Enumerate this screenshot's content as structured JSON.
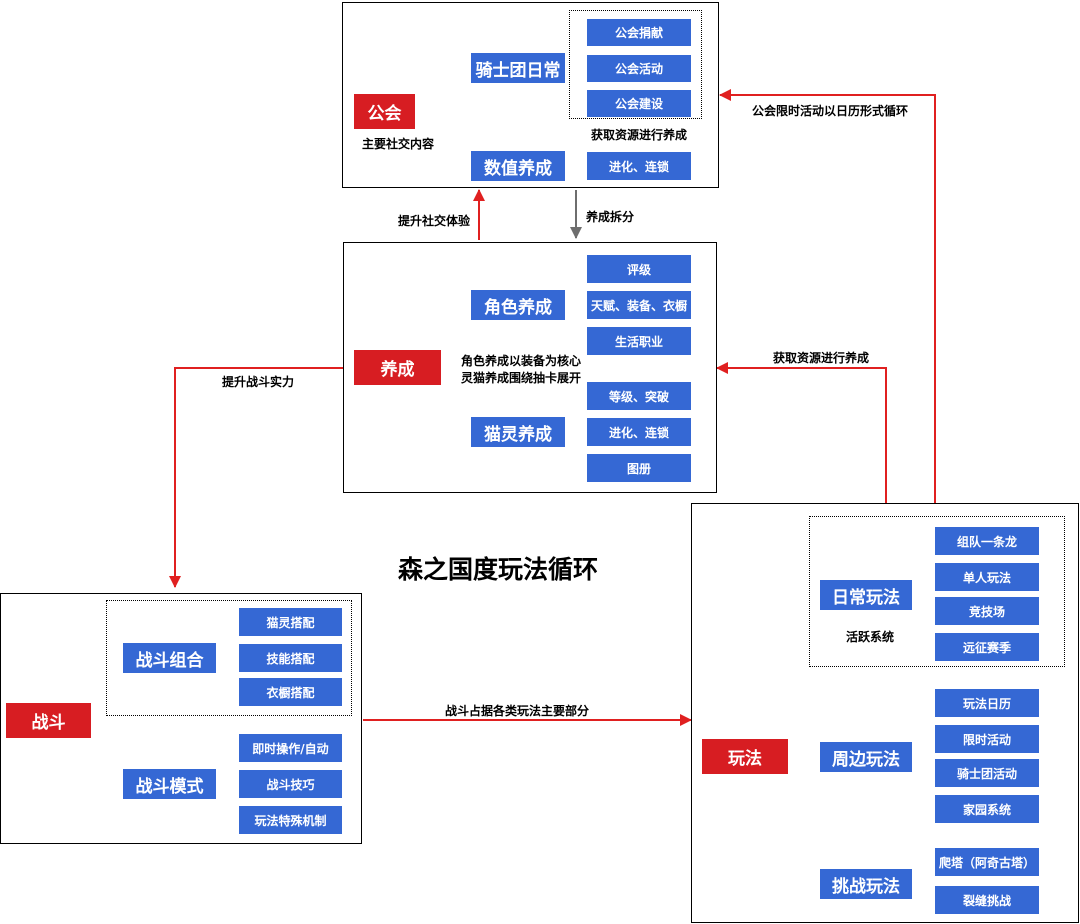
{
  "title": "森之国度玩法循环",
  "colors": {
    "red": "#d71d22",
    "blue": "#3568d4",
    "grey": "#8c8c8c",
    "arrow_red": "#e02020"
  },
  "guild": {
    "label": "公会",
    "subtitle": "主要社交内容",
    "knight_daily": {
      "label": "骑士团日常",
      "items": [
        "公会捐献",
        "公会活动",
        "公会建设"
      ]
    },
    "num_growth": {
      "label": "数值养成",
      "items": [
        "进化、连锁"
      ]
    },
    "note": "获取资源进行养成"
  },
  "growth": {
    "label": "养成",
    "note_lines": [
      "角色养成以装备为核心",
      "灵猫养成围绕抽卡展开"
    ],
    "role": {
      "label": "角色养成",
      "items": [
        "评级",
        "天赋、装备、衣橱",
        "生活职业"
      ]
    },
    "cat": {
      "label": "猫灵养成",
      "items": [
        "等级、突破",
        "进化、连锁",
        "图册"
      ]
    }
  },
  "battle": {
    "label": "战斗",
    "combo": {
      "label": "战斗组合",
      "items": [
        "猫灵搭配",
        "技能搭配",
        "衣橱搭配"
      ]
    },
    "mode": {
      "label": "战斗模式",
      "items": [
        "即时操作/自动",
        "战斗技巧",
        "玩法特殊机制"
      ]
    }
  },
  "play": {
    "label": "玩法",
    "daily": {
      "label": "日常玩法",
      "sub": "活跃系统",
      "items": [
        "组队一条龙",
        "单人玩法",
        "竞技场",
        "远征赛季"
      ]
    },
    "side": {
      "label": "周边玩法",
      "items": [
        "玩法日历",
        "限时活动",
        "骑士团活动",
        "家园系统"
      ]
    },
    "challenge": {
      "label": "挑战玩法",
      "items": [
        "爬塔（阿奇古塔）",
        "裂缝挑战"
      ]
    }
  },
  "links": {
    "social": "提升社交体验",
    "split": "养成拆分",
    "combat_power": "提升战斗实力",
    "resource": "获取资源进行养成",
    "guild_cycle": "公会限时活动以日历形式循环",
    "battle_main": "战斗占据各类玩法主要部分"
  }
}
